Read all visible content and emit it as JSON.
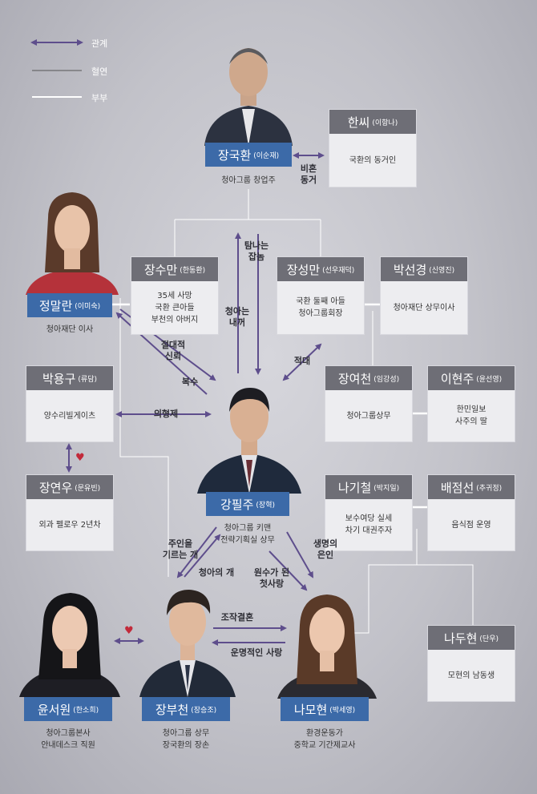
{
  "legend": {
    "relation": "관계",
    "blood": "혈연",
    "spouse": "부부"
  },
  "characters": {
    "jang_gukhwan": {
      "name": "장국환",
      "actor": "(이순재)",
      "desc": "청아그룹 창업주"
    },
    "hanssi": {
      "name": "한씨",
      "actor": "(이항나)",
      "desc": [
        "국환의 동거인"
      ]
    },
    "jang_suman": {
      "name": "장수만",
      "actor": "(한동환)",
      "desc": [
        "35세 사망",
        "국환 큰아들",
        "부천의 아버지"
      ]
    },
    "jang_seongman": {
      "name": "장성만",
      "actor": "(선우재덕)",
      "desc": [
        "국환 둘째 아들",
        "청아그룹회장"
      ]
    },
    "park_seongyeong": {
      "name": "박선경",
      "actor": "(신영진)",
      "desc": [
        "청아재단 상무이사"
      ]
    },
    "jeong_malran": {
      "name": "정말란",
      "actor": "(이미숙)",
      "desc": "청아재단 이사"
    },
    "park_yonggu": {
      "name": "박용구",
      "actor": "(류담)",
      "desc": [
        "양수리빌게이츠"
      ]
    },
    "jang_yeocheon": {
      "name": "장여천",
      "actor": "(임강성)",
      "desc": [
        "청아그룹상무"
      ]
    },
    "lee_hyeonju": {
      "name": "이현주",
      "actor": "(윤선영)",
      "desc": [
        "한민일보",
        "사주의 딸"
      ]
    },
    "jang_yeonu": {
      "name": "장연우",
      "actor": "(문유빈)",
      "desc": [
        "외과 펠로우 2년차"
      ]
    },
    "kang_pilju": {
      "name": "강필주",
      "actor": "(장혁)",
      "desc": [
        "청아그룹 키맨",
        "전략기획실 상무"
      ]
    },
    "na_gicheol": {
      "name": "나기철",
      "actor": "(박지일)",
      "desc": [
        "보수여당 실세",
        "차기 대권주자"
      ]
    },
    "bae_jeomseon": {
      "name": "배점선",
      "actor": "(추귀정)",
      "desc": [
        "음식점 운영"
      ]
    },
    "na_duhyeon": {
      "name": "나두현",
      "actor": "(단우)",
      "desc": [
        "모현의 남동생"
      ]
    },
    "yun_seowon": {
      "name": "윤서원",
      "actor": "(한소희)",
      "desc": [
        "청아그룹본사",
        "안내데스크 직원"
      ]
    },
    "jang_bucheon": {
      "name": "장부천",
      "actor": "(장승조)",
      "desc": [
        "청아그룹 상무",
        "장국환의 장손"
      ]
    },
    "na_mohyeon": {
      "name": "나모현",
      "actor": "(박세영)",
      "desc": [
        "환경운동가",
        "중학교 기간제교사"
      ]
    }
  },
  "relations": {
    "biheon": "비혼",
    "donggeo": "동거",
    "tamnaneun": "탐나는",
    "jabnom": "잡놈",
    "cheongahneun": "청아는",
    "naekkeo": "내꺼",
    "jeoldaejeok": "절대적",
    "sinroe": "신뢰",
    "boksu": "복수",
    "jeokdae": "적대",
    "uihyeongje": "의형제",
    "juin1": "주인을",
    "juin2": "기르는 개",
    "cheongaui_gae": "청아의 개",
    "saengmyeong1": "생명의",
    "saengmyeong2": "은인",
    "wonsu1": "원수가 된",
    "wonsu2": "첫사랑",
    "jojak": "조작결혼",
    "unmyeong": "운명적인 사랑"
  },
  "colors": {
    "arrow": "#5e4e8c",
    "line": "#ffffff",
    "card_head": "#6e6e76",
    "name_box": "#3c6aa8",
    "heart": "#c22a3a"
  }
}
